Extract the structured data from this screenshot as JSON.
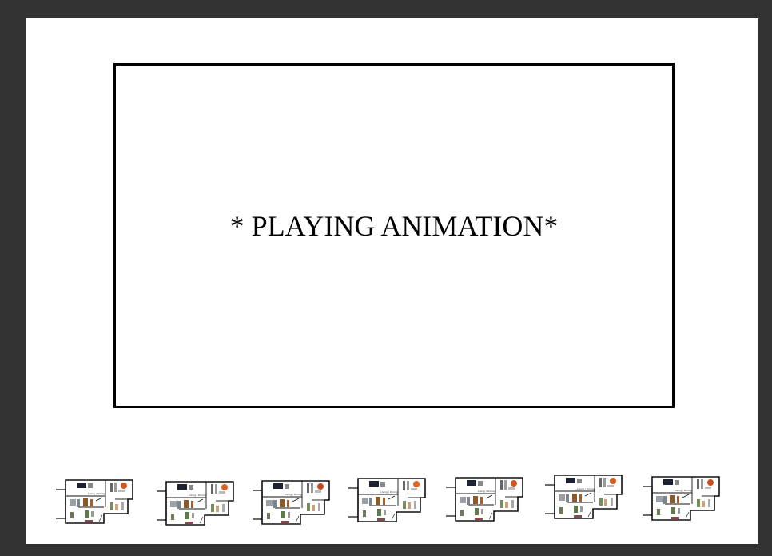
{
  "stage": {
    "status_text": "* PLAYING ANIMATION*"
  },
  "thumbnails": [
    {
      "name": "floorplan-frame-1"
    },
    {
      "name": "floorplan-frame-2"
    },
    {
      "name": "floorplan-frame-3"
    },
    {
      "name": "floorplan-frame-4"
    },
    {
      "name": "floorplan-frame-5"
    },
    {
      "name": "floorplan-frame-6"
    },
    {
      "name": "floorplan-frame-7"
    }
  ],
  "colors": {
    "window_frame": "#333333",
    "canvas": "#ffffff",
    "border": "#000000"
  }
}
